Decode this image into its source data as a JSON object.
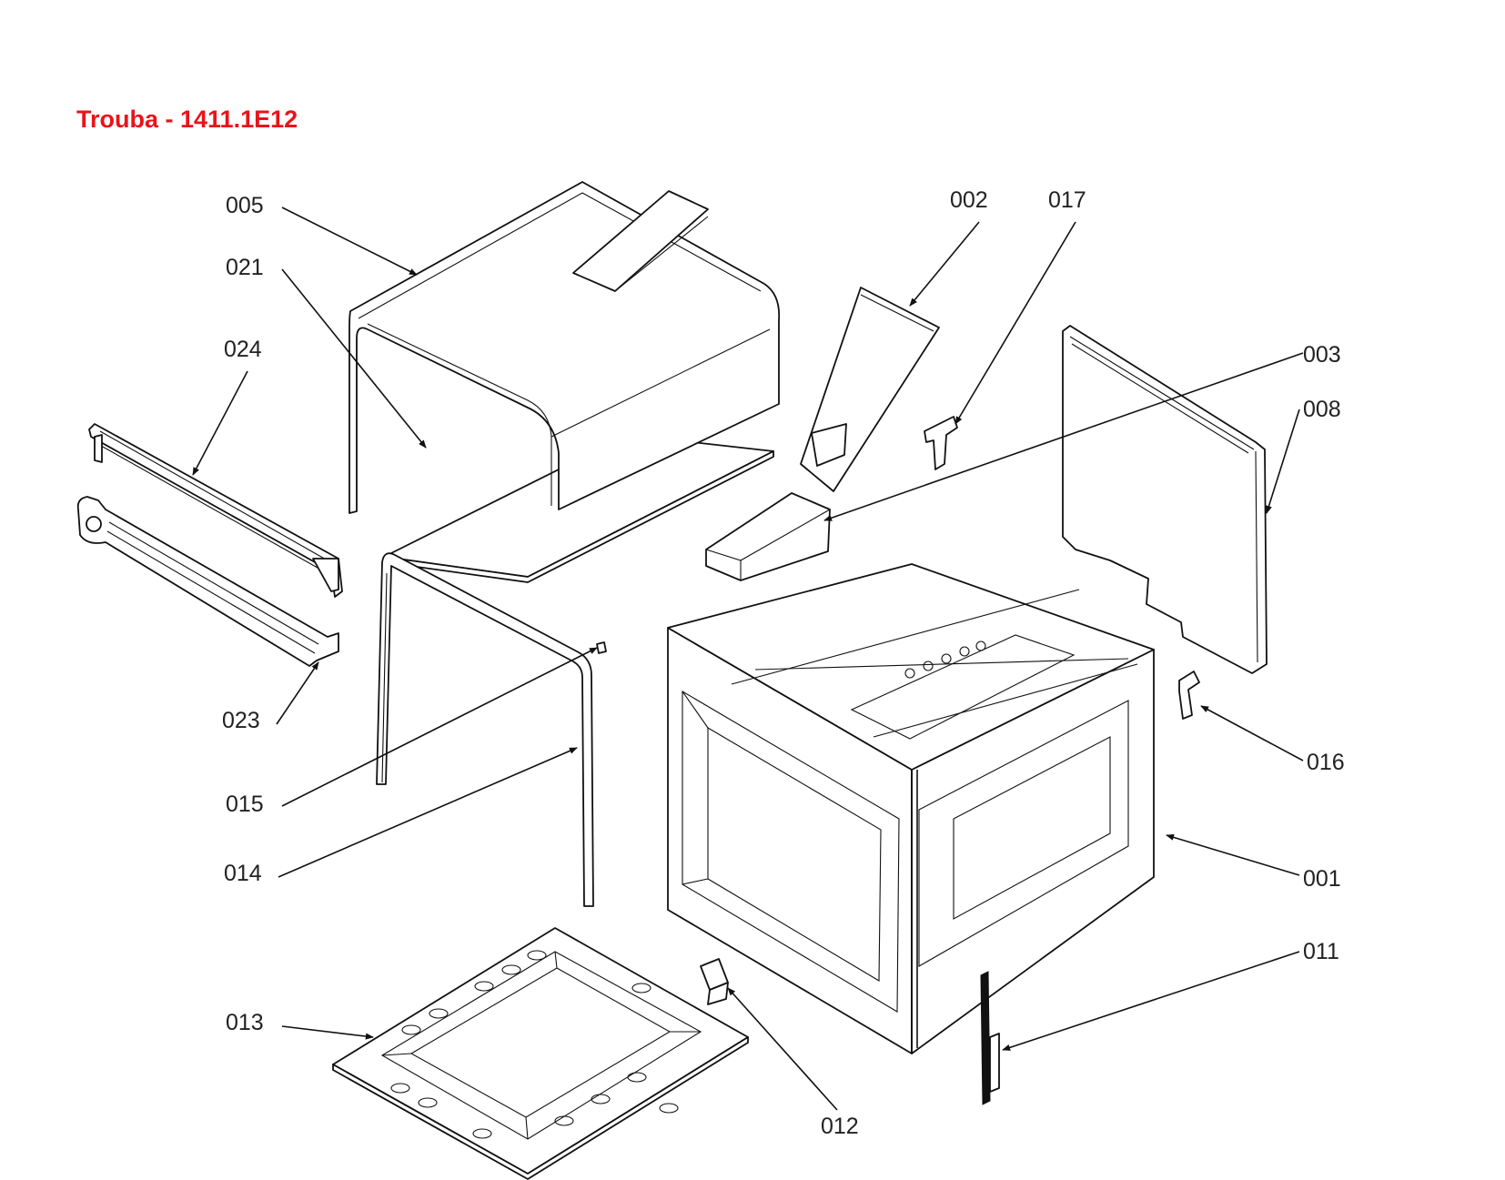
{
  "title": "Trouba - 1411.1E12",
  "colors": {
    "title": "#e8141b",
    "lines": "#111111",
    "background": "#ffffff"
  },
  "labels": {
    "l005": "005",
    "l021": "021",
    "l024": "024",
    "l023": "023",
    "l015": "015",
    "l014": "014",
    "l013": "013",
    "l012": "012",
    "l002": "002",
    "l017": "017",
    "l003": "003",
    "l008": "008",
    "l016": "016",
    "l001": "001",
    "l011": "011"
  }
}
